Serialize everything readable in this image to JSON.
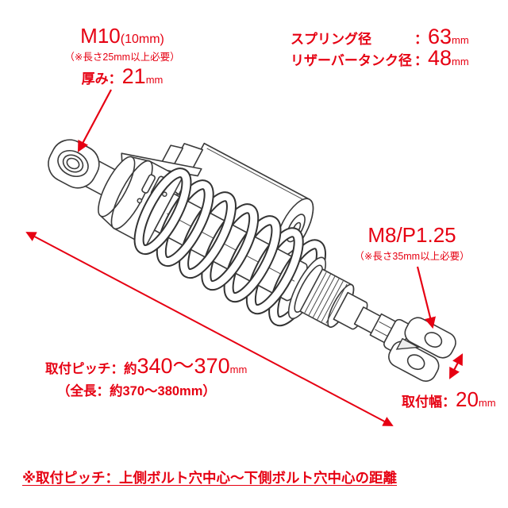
{
  "colors": {
    "annotation_red": "#e60012",
    "line_art_ink": "#3a3a3a",
    "background": "#ffffff"
  },
  "diagram": {
    "subject": "rear-shock-absorber-with-reservoir-line-drawing"
  },
  "top_left": {
    "bolt_size": "M10",
    "bolt_size_note": "(10mm)",
    "length_note": "（※長さ25mm以上必要）",
    "thickness_label": "厚み：",
    "thickness_value": "21",
    "thickness_unit": "mm"
  },
  "top_right": {
    "rows": [
      {
        "label": "スプリング径",
        "colon": "：",
        "value": "63",
        "unit": "mm"
      },
      {
        "label": "リザーバータンク径",
        "colon": "：",
        "value": "48",
        "unit": "mm"
      }
    ]
  },
  "mid_right": {
    "bolt_spec": "M8/P1.25",
    "length_note": "（※長さ35mm以上必要）"
  },
  "bottom_left": {
    "pitch_label": "取付ピッチ：約",
    "pitch_value": "340～370",
    "pitch_unit": "mm",
    "total_length": "（全長：約370～380mm）"
  },
  "bottom_right": {
    "width_label": "取付幅：",
    "width_value": "20",
    "width_unit": "mm"
  },
  "footer": {
    "note": "※取付ピッチ：上側ボルト穴中心～下側ボルト穴中心の距離"
  }
}
